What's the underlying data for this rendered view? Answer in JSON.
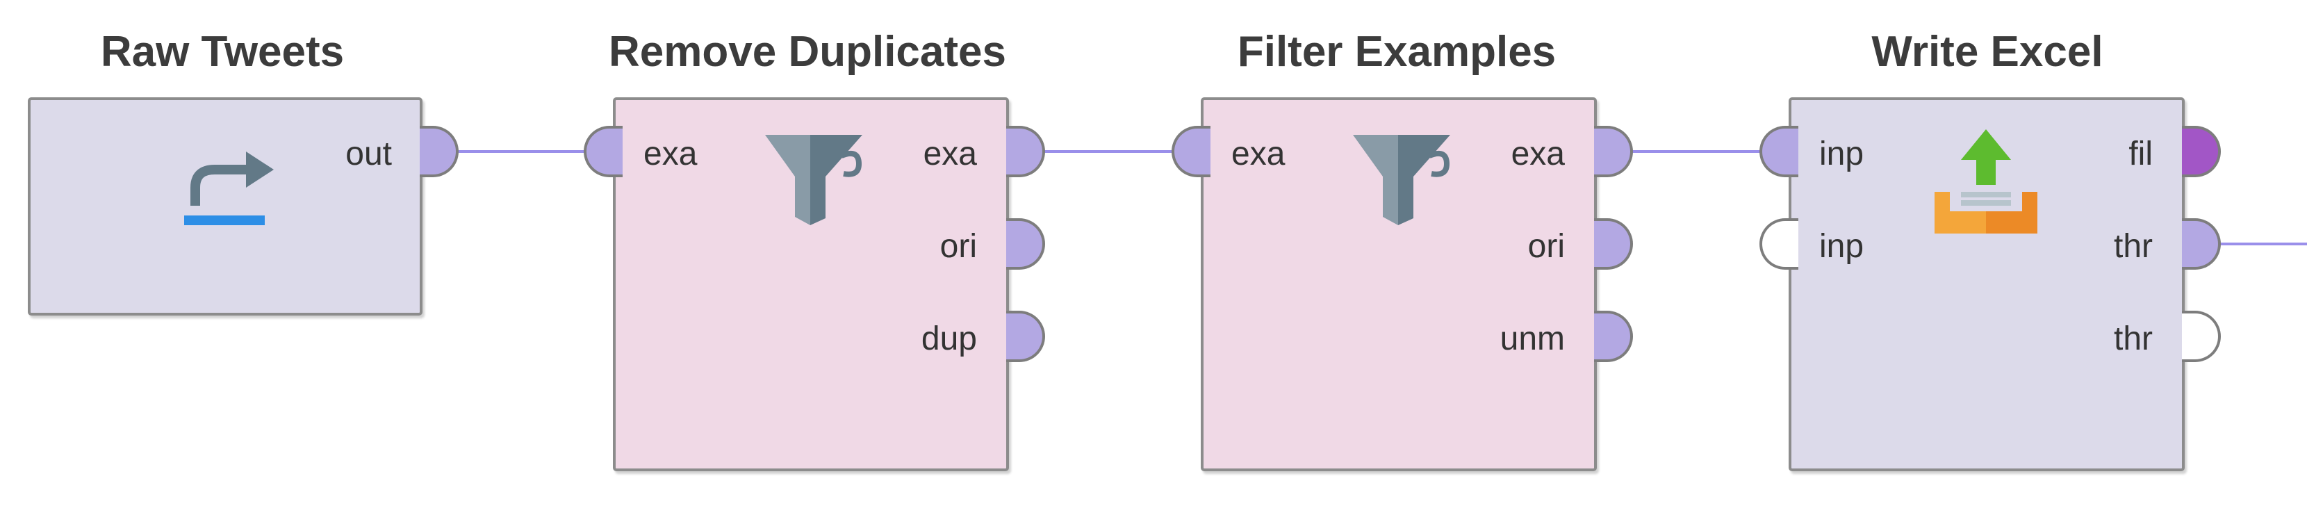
{
  "colors": {
    "wire": "#9a8fea",
    "port_fill": "#b3a8e3",
    "file_port_fill": "#a256c6",
    "data_operator_bg": "#dcdaea",
    "transform_operator_bg": "#f0d9e6"
  },
  "operators": [
    {
      "id": "raw-tweets",
      "title": "Raw Tweets",
      "icon": "retrieve-arrow-icon",
      "inputs": [],
      "outputs": [
        {
          "label": "out",
          "connected": true
        }
      ]
    },
    {
      "id": "remove-duplicates",
      "title": "Remove Duplicates",
      "icon": "funnel-filter-icon",
      "inputs": [
        {
          "label": "exa",
          "connected": true
        }
      ],
      "outputs": [
        {
          "label": "exa",
          "connected": true
        },
        {
          "label": "ori",
          "connected": false
        },
        {
          "label": "dup",
          "connected": false
        }
      ]
    },
    {
      "id": "filter-examples",
      "title": "Filter Examples",
      "icon": "funnel-filter-icon",
      "inputs": [
        {
          "label": "exa",
          "connected": true
        }
      ],
      "outputs": [
        {
          "label": "exa",
          "connected": true
        },
        {
          "label": "ori",
          "connected": false
        },
        {
          "label": "unm",
          "connected": false
        }
      ]
    },
    {
      "id": "write-excel",
      "title": "Write Excel",
      "icon": "export-tray-icon",
      "inputs": [
        {
          "label": "inp",
          "connected": true
        },
        {
          "label": "inp",
          "connected": false
        }
      ],
      "outputs": [
        {
          "label": "fil",
          "connected": false
        },
        {
          "label": "thr",
          "connected": true
        },
        {
          "label": "thr",
          "connected": false
        }
      ]
    }
  ]
}
